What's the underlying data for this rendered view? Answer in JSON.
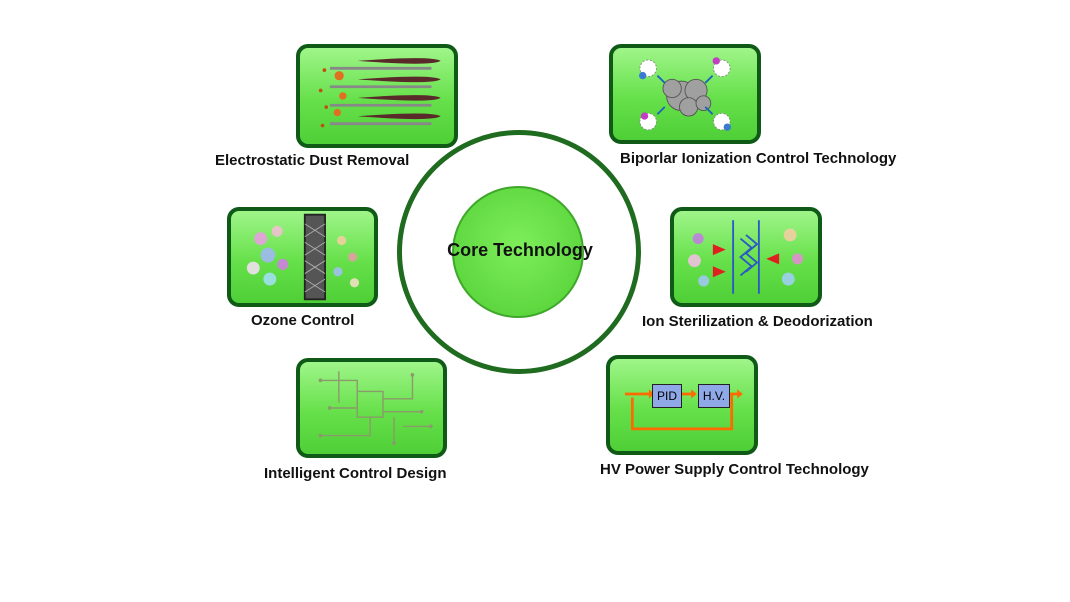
{
  "center": {
    "label": "Core Technology"
  },
  "items": [
    {
      "label": "Electrostatic Dust Removal"
    },
    {
      "label": "Biporlar Ionization Control Technology"
    },
    {
      "label": "Ozone Control"
    },
    {
      "label": "Ion Sterilization & Deodorization"
    },
    {
      "label": "Intelligent Control Design"
    },
    {
      "label": "HV Power Supply Control Technology"
    }
  ],
  "hv_diagram": {
    "pid": "PID",
    "hv": "H.V."
  },
  "colors": {
    "tile_border": "#0f5a17",
    "tile_fill": "#66e04a",
    "ring": "#1f6b1f",
    "accent": "#ff6a00"
  }
}
